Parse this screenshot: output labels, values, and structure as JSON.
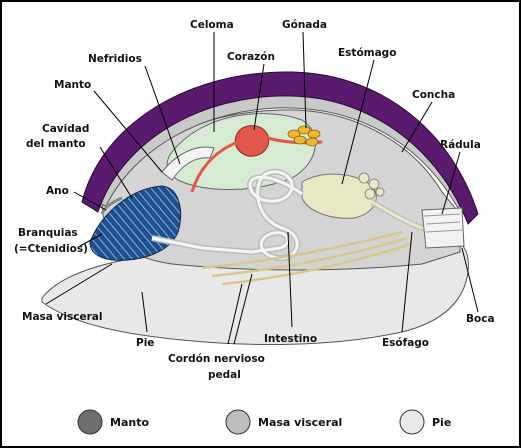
{
  "labels": {
    "celoma": "Celoma",
    "gonada": "Gónada",
    "nefridios": "Nefridios",
    "corazon": "Corazón",
    "estomago": "Estómago",
    "manto": "Manto",
    "concha": "Concha",
    "cavidad_line1": "Cavidad",
    "cavidad_line2": "del manto",
    "radula": "Rádula",
    "ano": "Ano",
    "branquias_line1": "Branquias",
    "branquias_line2": "(=Ctenidios)",
    "masa_visceral": "Masa visceral",
    "pie": "Pie",
    "intestino": "Intestino",
    "esofago": "Esófago",
    "boca": "Boca",
    "cordon_line1": "Cordón nervioso",
    "cordon_line2": "pedal"
  },
  "legend": [
    {
      "label": "Manto",
      "color": "#6f6f6f"
    },
    {
      "label": "Masa visceral",
      "color": "#bdbdbd"
    },
    {
      "label": "Pie",
      "color": "#e9e9e9"
    }
  ],
  "colors": {
    "shell": "#5a1a6e",
    "mantle": "#c9c9c9",
    "visceral": "#d4d4d4",
    "foot": "#e8e8e8",
    "coelom": "#d6ecd2",
    "heart": "#e0584a",
    "gonad": "#f0b830",
    "gill": "#1f4f8a",
    "gut": "#e8e8c4"
  }
}
